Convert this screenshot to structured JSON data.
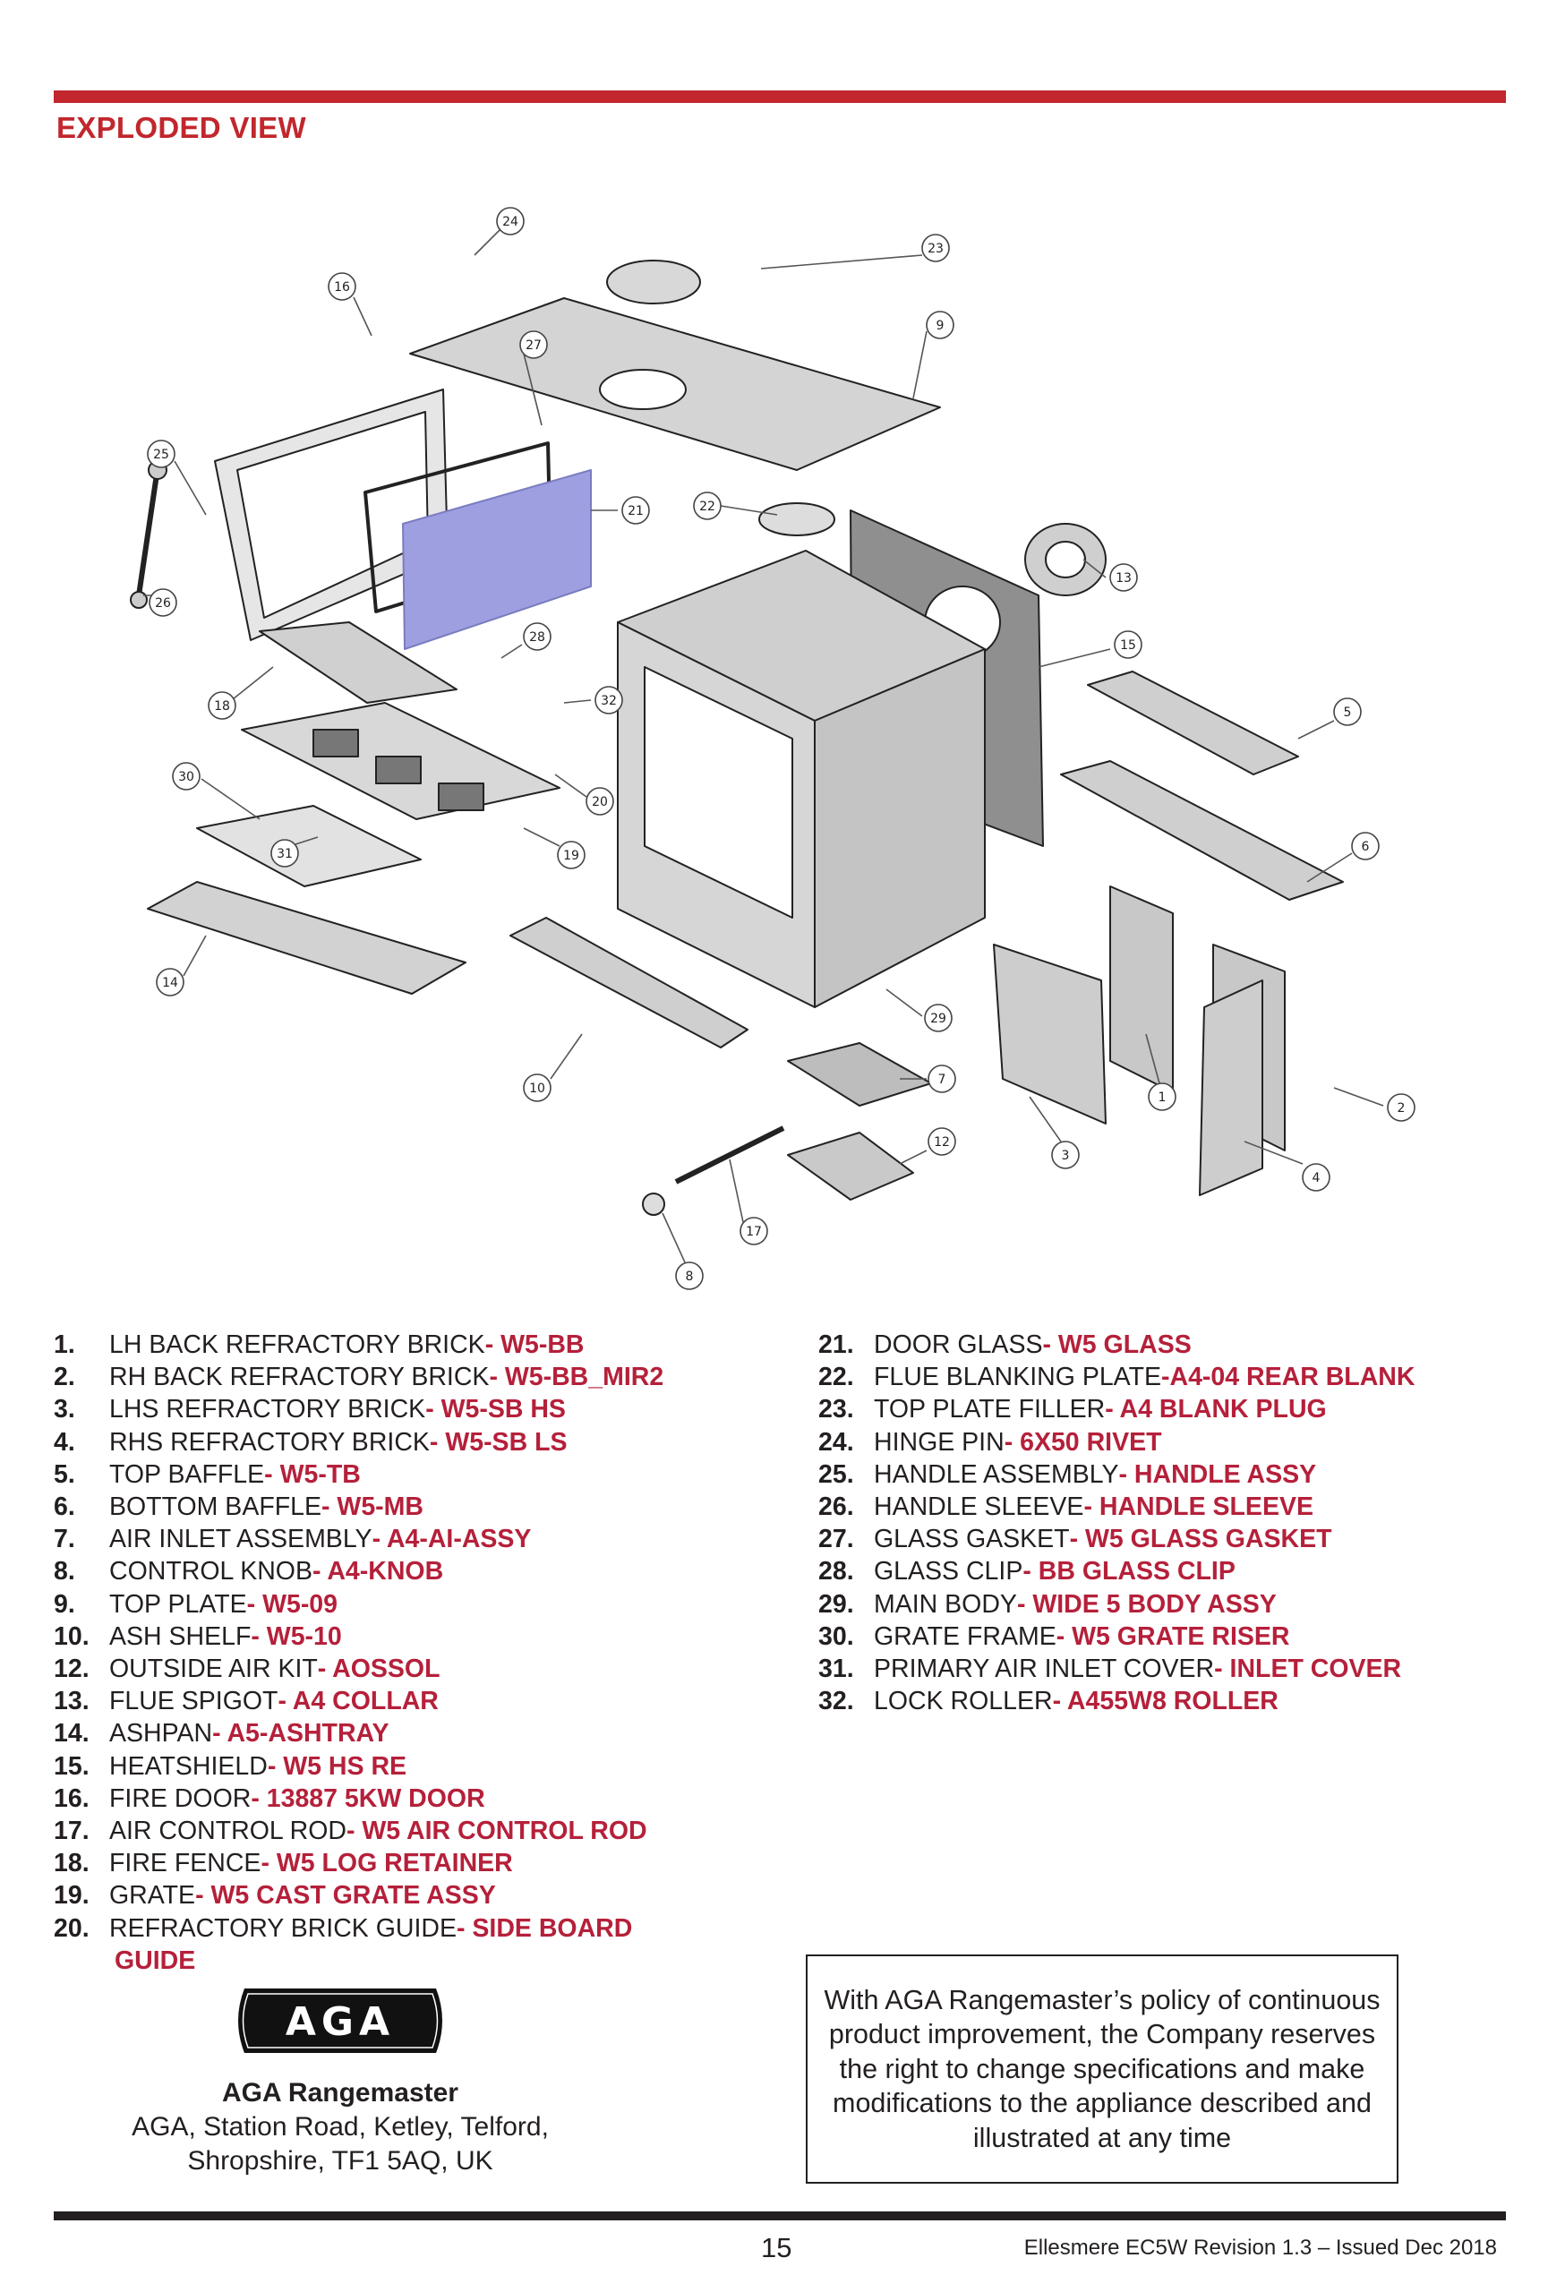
{
  "section_title": "EXPLODED VIEW",
  "diagram": {
    "callouts": [
      "24",
      "23",
      "16",
      "27",
      "9",
      "25",
      "21",
      "22",
      "13",
      "26",
      "15",
      "28",
      "18",
      "32",
      "5",
      "30",
      "20",
      "19",
      "6",
      "31",
      "14",
      "29",
      "10",
      "7",
      "1",
      "2",
      "3",
      "12",
      "4",
      "17",
      "8"
    ]
  },
  "parts_left": [
    {
      "num": "1.",
      "name": "LH BACK REFRACTORY BRICK",
      "code": " - W5-BB"
    },
    {
      "num": "2.",
      "name": "RH BACK REFRACTORY BRICK",
      "code": " - W5-BB_MIR2"
    },
    {
      "num": "3.",
      "name": "LHS REFRACTORY BRICK",
      "code": " - W5-SB HS"
    },
    {
      "num": "4.",
      "name": "RHS REFRACTORY BRICK",
      "code": " - W5-SB LS"
    },
    {
      "num": "5.",
      "name": "TOP BAFFLE",
      "code": " - W5-TB"
    },
    {
      "num": "6.",
      "name": "BOTTOM BAFFLE",
      "code": " - W5-MB"
    },
    {
      "num": "7.",
      "name": "AIR INLET ASSEMBLY",
      "code": " - A4-AI-ASSY"
    },
    {
      "num": "8.",
      "name": "CONTROL KNOB",
      "code": " - A4-KNOB"
    },
    {
      "num": "9.",
      "name": "TOP PLATE",
      "code": " - W5-09"
    },
    {
      "num": "10.",
      "name": "ASH SHELF",
      "code": " - W5-10"
    },
    {
      "num": "12.",
      "name": "OUTSIDE AIR KIT",
      "code": " - AOSSOL"
    },
    {
      "num": "13.",
      "name": "FLUE SPIGOT",
      "code": " - A4 COLLAR"
    },
    {
      "num": "14.",
      "name": "ASHPAN",
      "code": " - A5-ASHTRAY"
    },
    {
      "num": "15.",
      "name": "HEATSHIELD",
      "code": " - W5 HS RE"
    },
    {
      "num": "16.",
      "name": "FIRE DOOR",
      "code": " - 13887 5KW DOOR"
    },
    {
      "num": "17.",
      "name": "AIR CONTROL ROD",
      "code": " - W5 AIR CONTROL ROD"
    },
    {
      "num": "18.",
      "name": "FIRE FENCE",
      "code": " - W5 LOG RETAINER"
    },
    {
      "num": "19.",
      "name": "GRATE",
      "code": " - W5 CAST GRATE ASSY"
    },
    {
      "num": "20.",
      "name": "REFRACTORY BRICK GUIDE",
      "code": " - SIDE BOARD"
    }
  ],
  "part20_code_continued": "GUIDE",
  "parts_right": [
    {
      "num": "21.",
      "name": "DOOR GLASS",
      "code": " - W5 GLASS"
    },
    {
      "num": "22.",
      "name": "FLUE BLANKING PLATE",
      "code": " -A4-04 REAR BLANK"
    },
    {
      "num": "23.",
      "name": "TOP PLATE FILLER",
      "code": " - A4 BLANK PLUG"
    },
    {
      "num": "24.",
      "name": "HINGE PIN",
      "code": " - 6X50 RIVET"
    },
    {
      "num": "25.",
      "name": "HANDLE ASSEMBLY",
      "code": " - HANDLE ASSY"
    },
    {
      "num": "26.",
      "name": "HANDLE SLEEVE",
      "code": " - HANDLE SLEEVE"
    },
    {
      "num": "27.",
      "name": "GLASS GASKET",
      "code": " - W5 GLASS GASKET"
    },
    {
      "num": "28.",
      "name": "GLASS CLIP",
      "code": " - BB GLASS CLIP"
    },
    {
      "num": "29.",
      "name": "MAIN BODY",
      "code": " - WIDE 5 BODY ASSY"
    },
    {
      "num": "30.",
      "name": "GRATE FRAME",
      "code": " - W5 GRATE RISER"
    },
    {
      "num": "31.",
      "name": "PRIMARY AIR INLET COVER",
      "code": " - INLET COVER"
    },
    {
      "num": "32.",
      "name": "LOCK ROLLER",
      "code": " - A455W8 ROLLER"
    }
  ],
  "logo_text": "AGA",
  "company": {
    "name": "AGA Rangemaster",
    "address_line1": "AGA, Station Road, Ketley, Telford,",
    "address_line2": "Shropshire, TF1 5AQ, UK"
  },
  "notice": "With AGA Rangemaster’s policy of continuous product improvement, the Company reserves the right to change specifications and make modifications to the appliance described and illustrated at any time",
  "page_number": "15",
  "footer_doc": "Ellesmere EC5W Revision 1.3 – Issued Dec 2018",
  "colors": {
    "accent": "#c1272d",
    "code": "#b5203a",
    "glass": "#9d9fe0",
    "part_fill": "#d2d2d2"
  }
}
